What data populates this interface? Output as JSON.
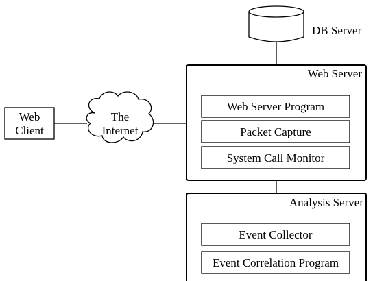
{
  "db_server": {
    "label": "DB Server"
  },
  "web_client": {
    "line1": "Web",
    "line2": "Client"
  },
  "internet": {
    "line1": "The",
    "line2": "Internet"
  },
  "web_server": {
    "label": "Web Server",
    "components": [
      "Web Server Program",
      "Packet Capture",
      "System Call Monitor"
    ]
  },
  "analysis_server": {
    "label": "Analysis Server",
    "components": [
      "Event Collector",
      "Event Correlation Program"
    ]
  },
  "colors": {
    "stroke": "#000000",
    "fill": "#ffffff"
  }
}
